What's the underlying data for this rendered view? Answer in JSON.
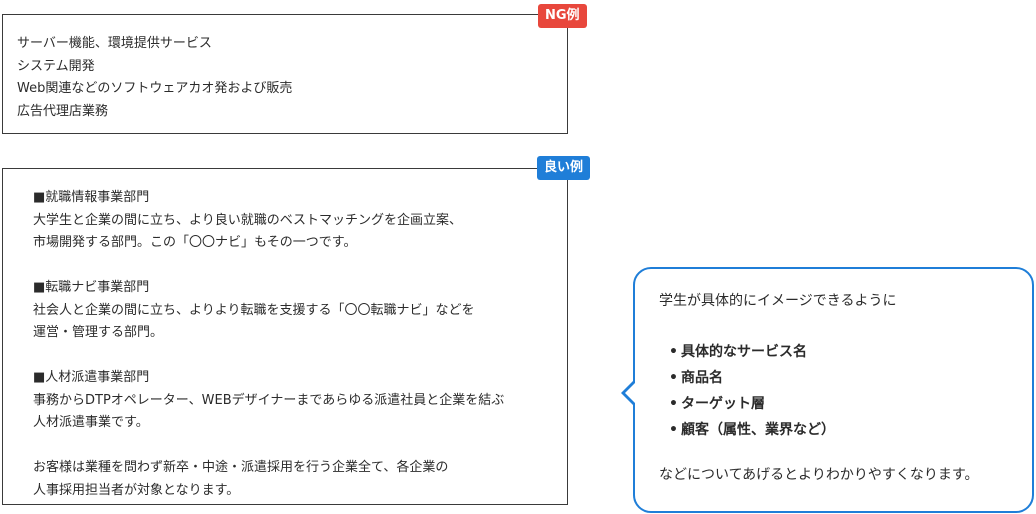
{
  "ng_example": {
    "tag": "NG例",
    "lines": [
      "サーバー機能、環境提供サービス",
      "システム開発",
      "Web関連などのソフトウェアカオ発および販売",
      "広告代理店業務"
    ]
  },
  "good_example": {
    "tag": "良い例",
    "sections": [
      {
        "heading": "■就職情報事業部門",
        "lines": [
          "大学生と企業の間に立ち、より良い就職のベストマッチングを企画立案、",
          "市場開発する部門。この「〇〇ナビ」もその一つです。"
        ]
      },
      {
        "heading": "■転職ナビ事業部門",
        "lines": [
          "社会人と企業の間に立ち、よりより転職を支援する「〇〇転職ナビ」などを",
          "運営・管理する部門。"
        ]
      },
      {
        "heading": "■人材派遣事業部門",
        "lines": [
          "事務からDTPオペレーター、WEBデザイナーまであらゆる派遣社員と企業を結ぶ",
          "人材派遣事業です。"
        ]
      }
    ],
    "closing": [
      "お客様は業種を問わず新卒・中途・派遣採用を行う企業全て、各企業の",
      "人事採用担当者が対象となります。"
    ]
  },
  "advice": {
    "intro": "学生が具体的にイメージできるように",
    "bullet_symbol": "•",
    "bullets": [
      "具体的なサービス名",
      "商品名",
      "ターゲット層",
      "顧客（属性、業界など）"
    ],
    "footer": "などについてあげるとよりわかりやすくなります。"
  },
  "colors": {
    "ng_tag": "#e8473c",
    "good_tag": "#1f7ed8",
    "bubble_border": "#1f7ed8",
    "box_border": "#3a3a3a"
  }
}
